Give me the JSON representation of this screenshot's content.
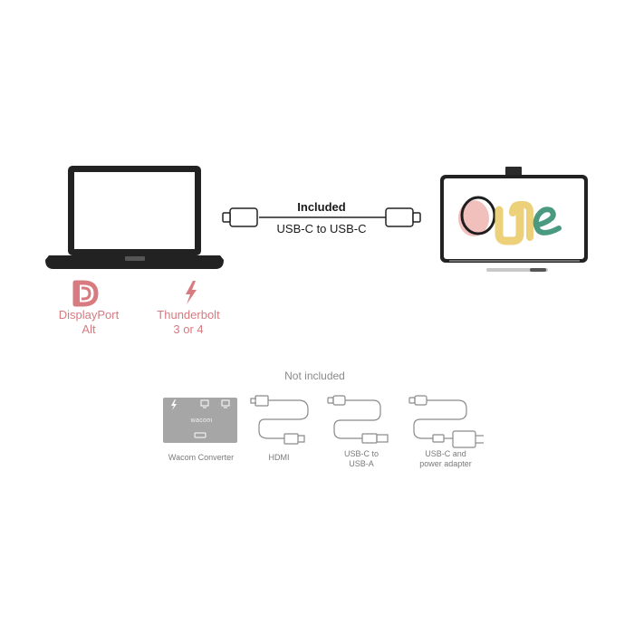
{
  "included": {
    "heading": "Included",
    "cable": "USB-C to USB-C"
  },
  "display_brand": "One",
  "laptop_ports": [
    {
      "label_line1": "DisplayPort",
      "label_line2": "Alt",
      "icon": "displayport-icon"
    },
    {
      "label_line1": "Thunderbolt",
      "label_line2": "3 or 4",
      "icon": "lightning-icon"
    }
  ],
  "not_included": {
    "heading": "Not included",
    "converter": {
      "label": "Wacom Converter",
      "brand": "wacom"
    },
    "items": [
      {
        "line1": "HDMI",
        "line2": ""
      },
      {
        "line1": "USB-C to",
        "line2": "USB-A"
      },
      {
        "line1": "USB-C and",
        "line2": "power adapter"
      }
    ]
  },
  "colors": {
    "accent_pink": "#d77b80",
    "device_dark": "#222222",
    "grey_text": "#7a7a7a",
    "one_pink": "#efb4b0",
    "one_yellow": "#ecd17a",
    "one_green": "#4a9a82"
  }
}
